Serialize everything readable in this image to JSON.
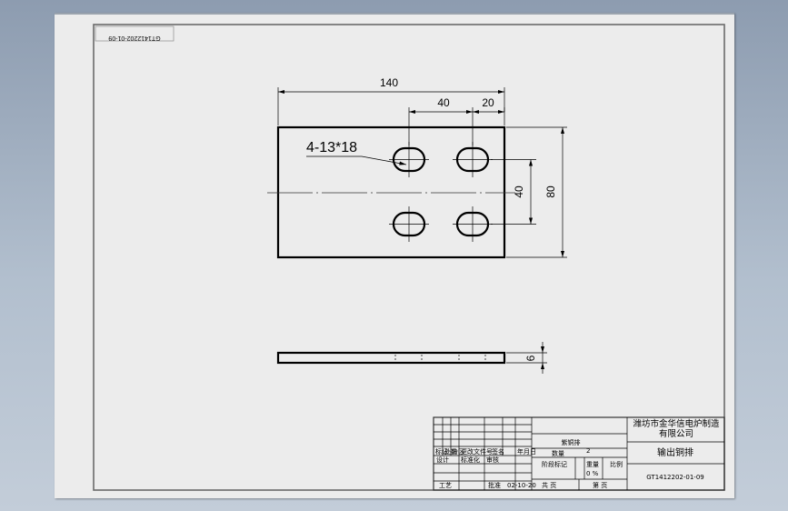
{
  "drawing": {
    "corner_code": "GT1412202-01-09",
    "front_view": {
      "dim_overall_length": "140",
      "dim_hole_spacing": "40",
      "dim_hole_edge": "20",
      "dim_row_spacing": "40",
      "dim_overall_width": "80",
      "hole_callout": "4-13*18"
    },
    "side_view": {
      "dim_thickness": "6"
    }
  },
  "title_block": {
    "grid_headers": [
      "标记",
      "处数",
      "分区",
      "更改文件号",
      "签名",
      "年月日"
    ],
    "role_design": "设计",
    "role_standardize": "标准化",
    "role_review": "审核",
    "role_process": "工艺",
    "role_approve": "批准",
    "material": "紫铜排",
    "material_row": "数量",
    "quantity": "2",
    "stage_label": "阶段标记",
    "weight_label": "重量",
    "scale_label": "比例",
    "weight_unit": "0 %",
    "sheets_total": "共 页",
    "sheet_no": "第 页",
    "date_value": "02-10-20",
    "company": "潍坊市金华信电炉制造有限公司",
    "part_name": "输出铜排",
    "drawing_number": "GT1412202-01-09"
  }
}
